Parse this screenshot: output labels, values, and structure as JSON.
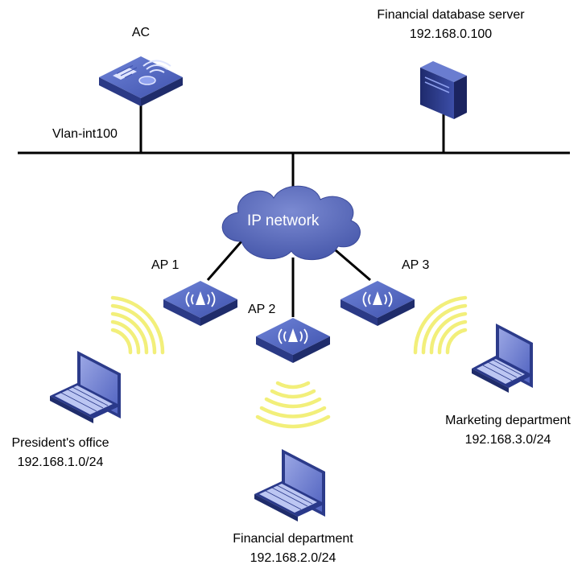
{
  "ac": {
    "label": "AC",
    "interface": "Vlan-int100"
  },
  "server": {
    "label": "Financial database server",
    "ip": "192.168.0.100"
  },
  "network": {
    "label": "IP network"
  },
  "aps": [
    {
      "label": "AP 1"
    },
    {
      "label": "AP 2"
    },
    {
      "label": "AP 3"
    }
  ],
  "clients": [
    {
      "name": "President's office",
      "subnet": "192.168.1.0/24"
    },
    {
      "name": "Financial department",
      "subnet": "192.168.2.0/24"
    },
    {
      "name": "Marketing department",
      "subnet": "192.168.3.0/24"
    }
  ],
  "colors": {
    "device_blue": "#3a4fa8",
    "device_top": "#5a6fc8",
    "cloud": "#5566b8",
    "wireless": "#f2ef7a",
    "line": "#000000"
  }
}
